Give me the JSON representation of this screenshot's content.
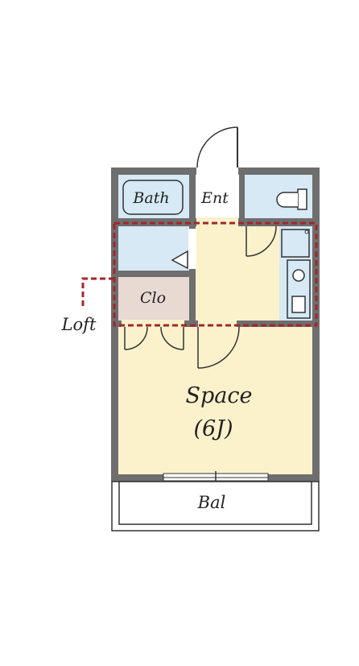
{
  "rooms": {
    "bath": "Bath",
    "entrance": "Ent",
    "closet": "Clo",
    "space_name": "Space",
    "space_size": "(6J)",
    "balcony": "Bal",
    "loft": "Loft"
  },
  "colors": {
    "wall": "#6e6e6e",
    "wet_area": "#d6e9f5",
    "living_floor": "#fbf2cc",
    "closet_floor": "#e8d9d2",
    "loft_outline": "#a3262a"
  }
}
